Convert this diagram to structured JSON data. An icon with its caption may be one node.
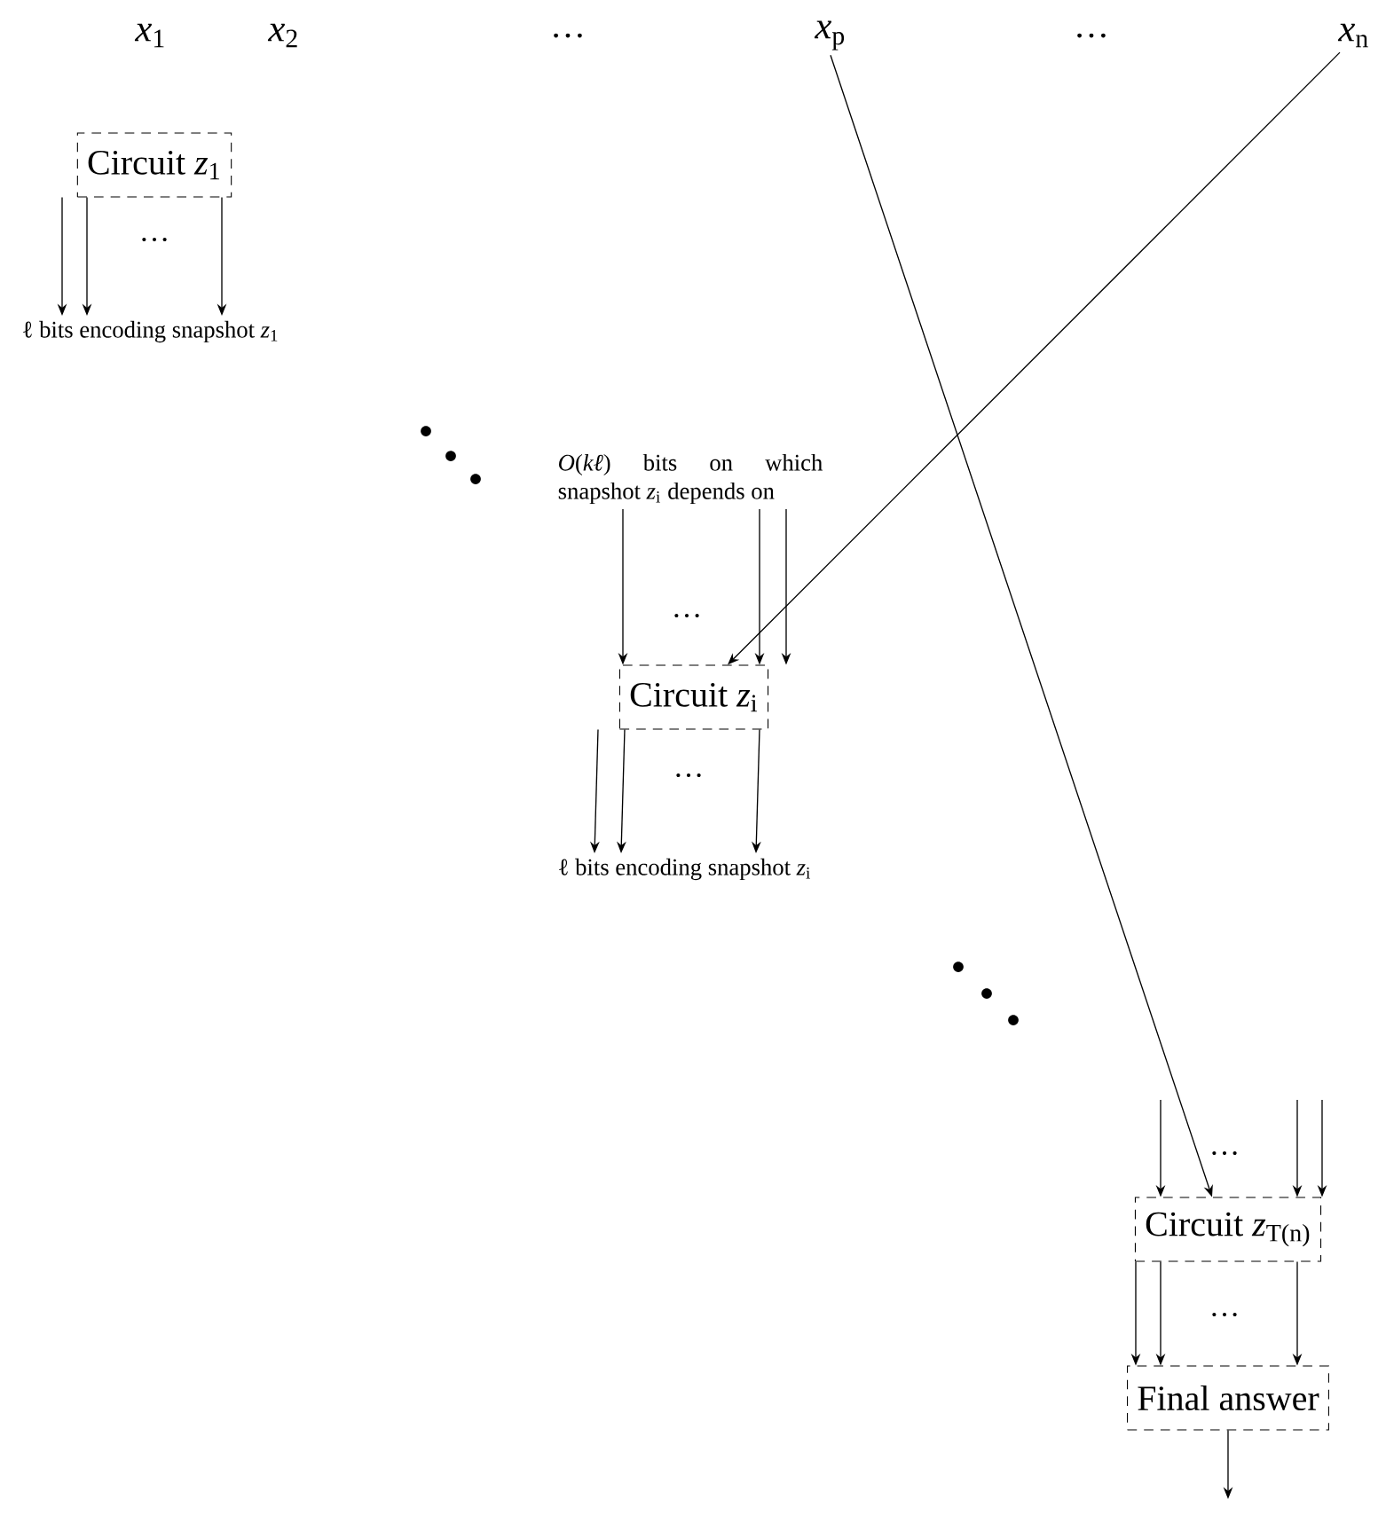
{
  "diagram": {
    "nodes": [
      {
        "text": [
          "*x*$_{1}$"
        ]
      },
      {
        "text": [
          "*x*$_{2}$"
        ]
      },
      {
        "text": [
          "*x*$_{p}$"
        ]
      },
      {
        "text": [
          "*x*$_{n}$"
        ]
      },
      {
        "text": [
          "Circuit *z*$_{1}$"
        ]
      },
      {
        "text": [
          "ℓ bits encoding snapshot *z*$_{1}$"
        ]
      },
      {
        "text": [
          "*O*(*kℓ*) bits on which snapshot *z*$_{i}$ depends on"
        ]
      },
      {
        "text": [
          "Circuit *z*$_{i}$"
        ]
      },
      {
        "text": [
          "ℓ bits encoding snapshot *z*$_{i}$"
        ]
      },
      {
        "text": [
          "Circuit *z*$_{T(n)}$"
        ]
      },
      {
        "text": [
          "Final answer"
        ]
      }
    ],
    "edges": [
      {
        "from": 2,
        "to": 9,
        "arrow": "to"
      },
      {
        "from": 3,
        "to": 7,
        "arrow": "to"
      },
      {
        "from": 4,
        "to": 5,
        "arrow": "to"
      },
      {
        "from": 4,
        "to": 5,
        "arrow": "to"
      },
      {
        "from": 4,
        "to": 5,
        "arrow": "to"
      },
      {
        "from": 6,
        "to": 7,
        "arrow": "to"
      },
      {
        "from": 6,
        "to": 7,
        "arrow": "to"
      },
      {
        "from": 6,
        "to": 7,
        "arrow": "to"
      },
      {
        "from": 7,
        "to": 8,
        "arrow": "to"
      },
      {
        "from": 7,
        "to": 8,
        "arrow": "to"
      },
      {
        "from": 7,
        "to": 8,
        "arrow": "to"
      },
      {
        "from": null,
        "to": 9,
        "arrow": "to"
      },
      {
        "from": null,
        "to": 9,
        "arrow": "to"
      },
      {
        "from": null,
        "to": 9,
        "arrow": "to"
      },
      {
        "from": 9,
        "to": 10,
        "arrow": "to"
      },
      {
        "from": 9,
        "to": 10,
        "arrow": "to"
      },
      {
        "from": 9,
        "to": 10,
        "arrow": "to"
      },
      {
        "from": 10,
        "to": null,
        "arrow": "to"
      }
    ],
    "labels": [
      "…",
      "…",
      "…",
      "…",
      "…",
      "…",
      "…"
    ]
  }
}
